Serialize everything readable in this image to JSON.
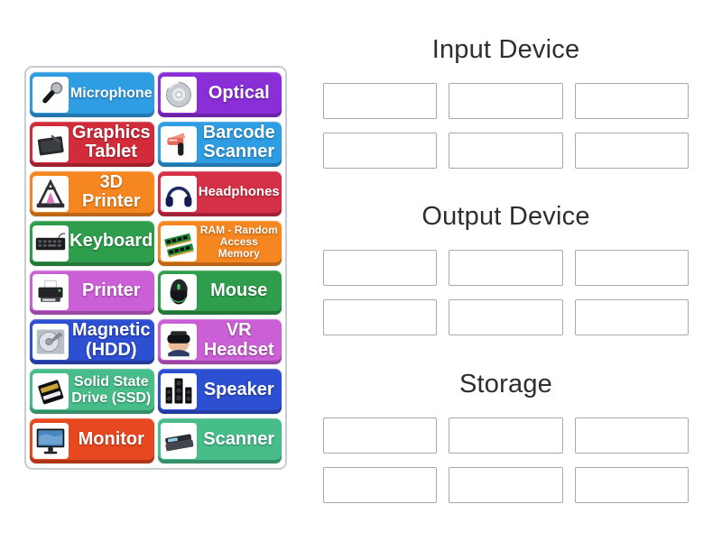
{
  "palette": {
    "canvas_bg": "#ffffff",
    "header_text": "#2e2e2e",
    "slot_border": "#a9a9a9",
    "panel_border": "#c5ccd2"
  },
  "tile_panel": {
    "tiles": [
      {
        "label": "Microphone",
        "color": "#2f9de2",
        "icon": "microphone-icon"
      },
      {
        "label": "Optical",
        "color": "#8a2ed8",
        "icon": "optical-disc-icon"
      },
      {
        "label": "Graphics Tablet",
        "color": "#d22c3a",
        "icon": "graphics-tablet-icon"
      },
      {
        "label": "Barcode Scanner",
        "color": "#2f9de2",
        "icon": "barcode-scanner-icon"
      },
      {
        "label": "3D Printer",
        "color": "#f6861f",
        "icon": "printer-3d-icon"
      },
      {
        "label": "Headphones",
        "color": "#d43048",
        "icon": "headphones-icon"
      },
      {
        "label": "Keyboard",
        "color": "#2e9e4c",
        "icon": "keyboard-icon"
      },
      {
        "label": "RAM - Random Access Memory",
        "color": "#f6861f",
        "icon": "ram-icon"
      },
      {
        "label": "Printer",
        "color": "#cb5fd6",
        "icon": "printer-icon"
      },
      {
        "label": "Mouse",
        "color": "#2e9e4c",
        "icon": "mouse-icon"
      },
      {
        "label": "Magnetic (HDD)",
        "color": "#2d4fd2",
        "icon": "hdd-icon"
      },
      {
        "label": "VR Headset",
        "color": "#cb5fd6",
        "icon": "vr-headset-icon"
      },
      {
        "label": "Solid State Drive (SSD)",
        "color": "#47bd8a",
        "icon": "ssd-icon"
      },
      {
        "label": "Speaker",
        "color": "#2d4fd2",
        "icon": "speaker-icon"
      },
      {
        "label": "Monitor",
        "color": "#e8481f",
        "icon": "monitor-icon"
      },
      {
        "label": "Scanner",
        "color": "#47bd8a",
        "icon": "scanner-icon"
      }
    ]
  },
  "groups": [
    {
      "title": "Input Device",
      "slot_count": 6
    },
    {
      "title": "Output Device",
      "slot_count": 6
    },
    {
      "title": "Storage",
      "slot_count": 6
    }
  ]
}
